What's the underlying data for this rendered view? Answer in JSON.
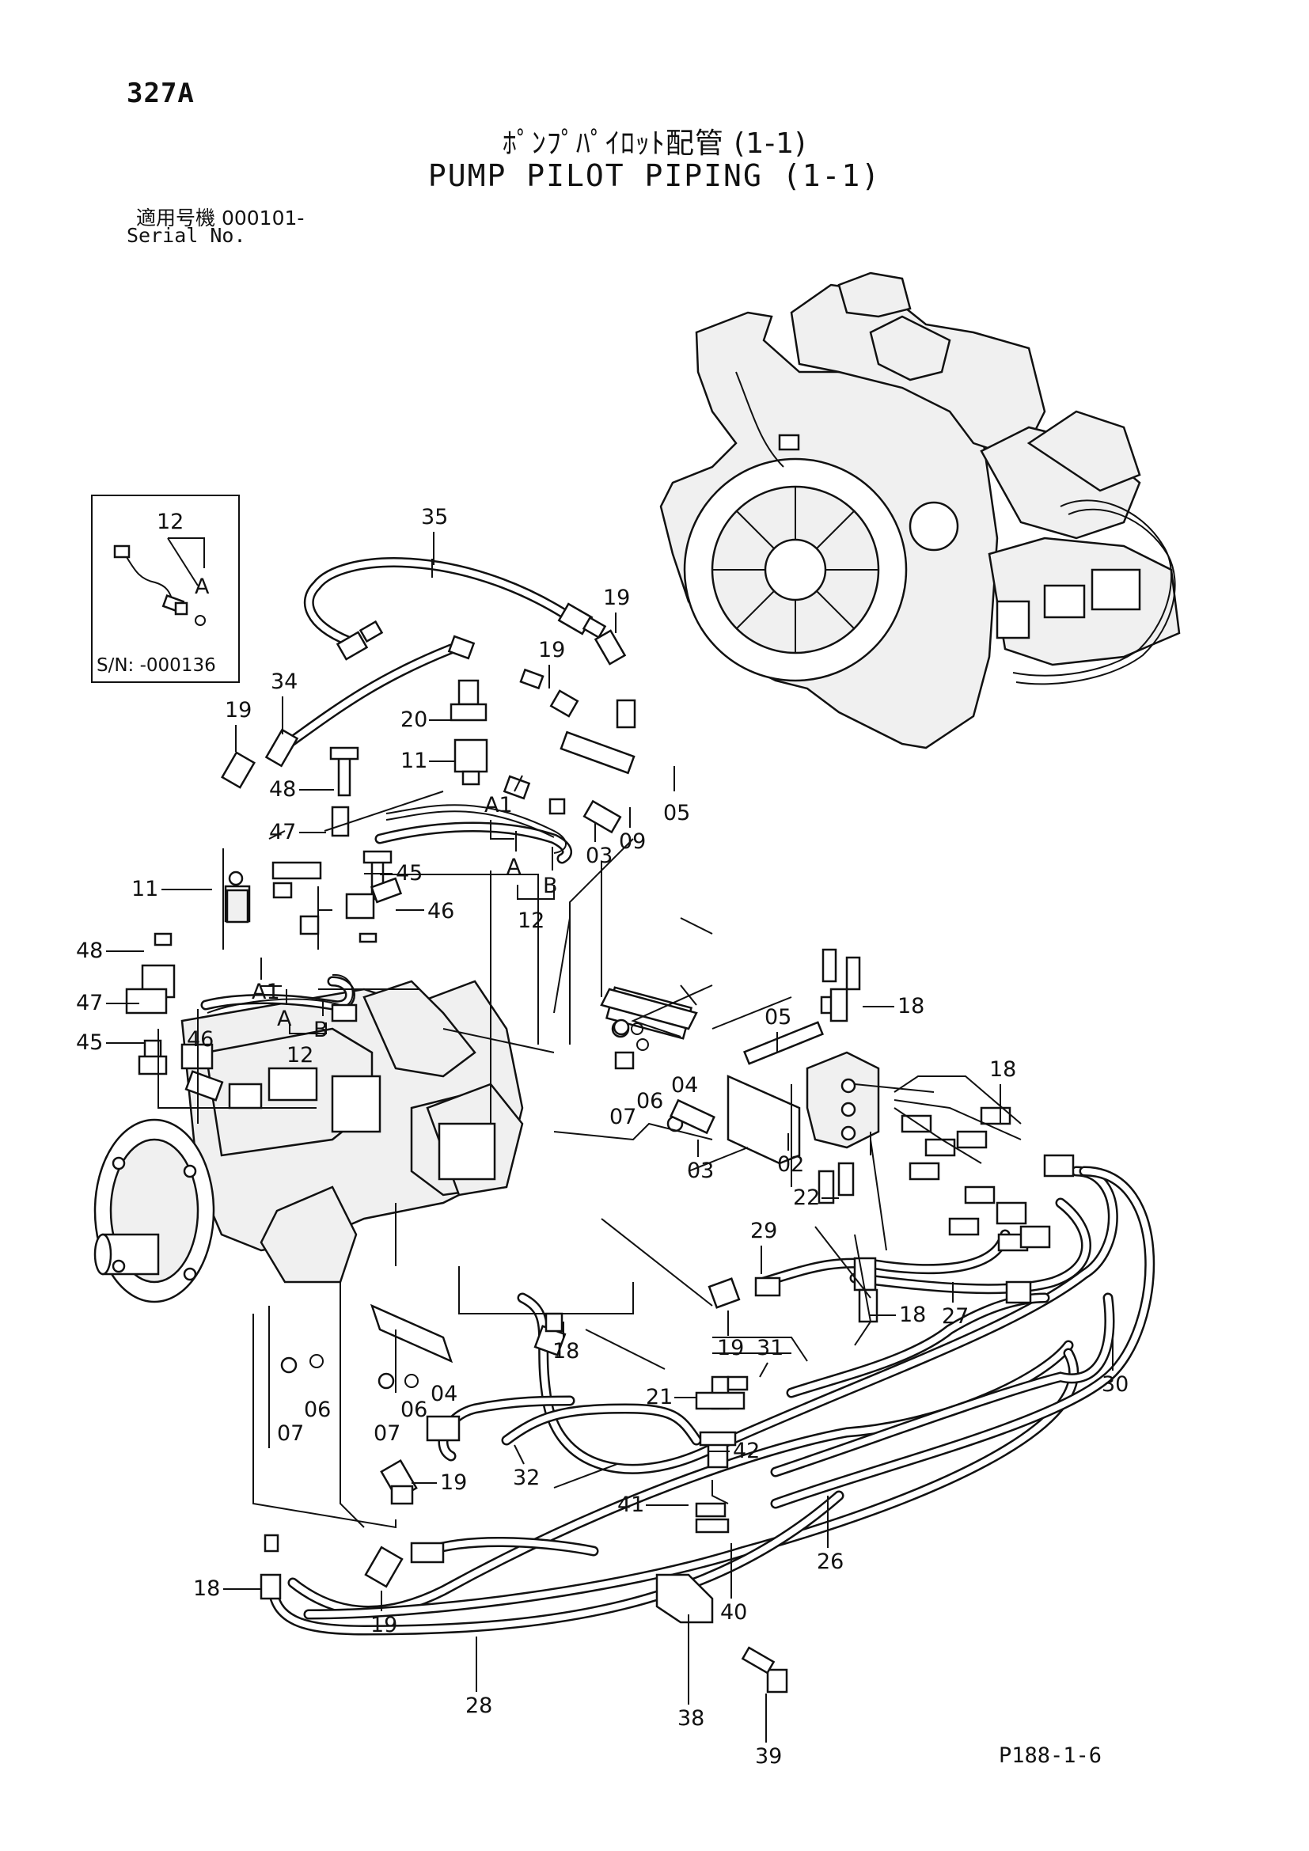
{
  "header": {
    "page_code": "327A",
    "title_jp": "ﾎﾟﾝﾌﾟﾊﾟｲﾛｯﾄ配管 (1-1)",
    "title_en": "PUMP PILOT PIPING (1-1)",
    "serial_jp": "適用号機  000101-",
    "serial_en": "Serial No."
  },
  "inset": {
    "part_number": "12",
    "port_label": "A",
    "serial_label": "S/N: -000136"
  },
  "callouts": {
    "c35": "35",
    "c34": "34",
    "c19a": "19",
    "c19b": "19",
    "c19c": "19",
    "c20": "20",
    "c11a": "11",
    "c11b": "11",
    "c05a": "05",
    "c09": "09",
    "c03a": "03",
    "c48a": "48",
    "c47a": "47",
    "c45a": "45",
    "c46a": "46",
    "c48b": "48",
    "c47b": "47",
    "c45b": "45",
    "c46b": "46",
    "c12a": "12",
    "c12b": "12",
    "c04a": "04",
    "c06a": "06",
    "c07a": "07",
    "c05b": "05",
    "c18a": "18",
    "c18b": "18",
    "c02": "02",
    "c03b": "03",
    "c22": "22",
    "c29": "29",
    "c19d": "19",
    "c18c": "18",
    "c27": "27",
    "c30": "30",
    "c18d": "18",
    "c21": "21",
    "c31": "31",
    "c42": "42",
    "c04b": "04",
    "c06b": "06",
    "c07b": "07",
    "c06c": "06",
    "c07c": "07",
    "c19e": "19",
    "c32": "32",
    "c41": "41",
    "c26": "26",
    "c40": "40",
    "c18e": "18",
    "c19f": "19",
    "c28": "28",
    "c38": "38",
    "c39": "39"
  },
  "port_labels": {
    "a1a": "A1",
    "aa": "A",
    "ba": "B",
    "a1b": "A1",
    "ab": "A",
    "bb": "B"
  },
  "footer": {
    "drawing_code": "P188-1-6"
  }
}
